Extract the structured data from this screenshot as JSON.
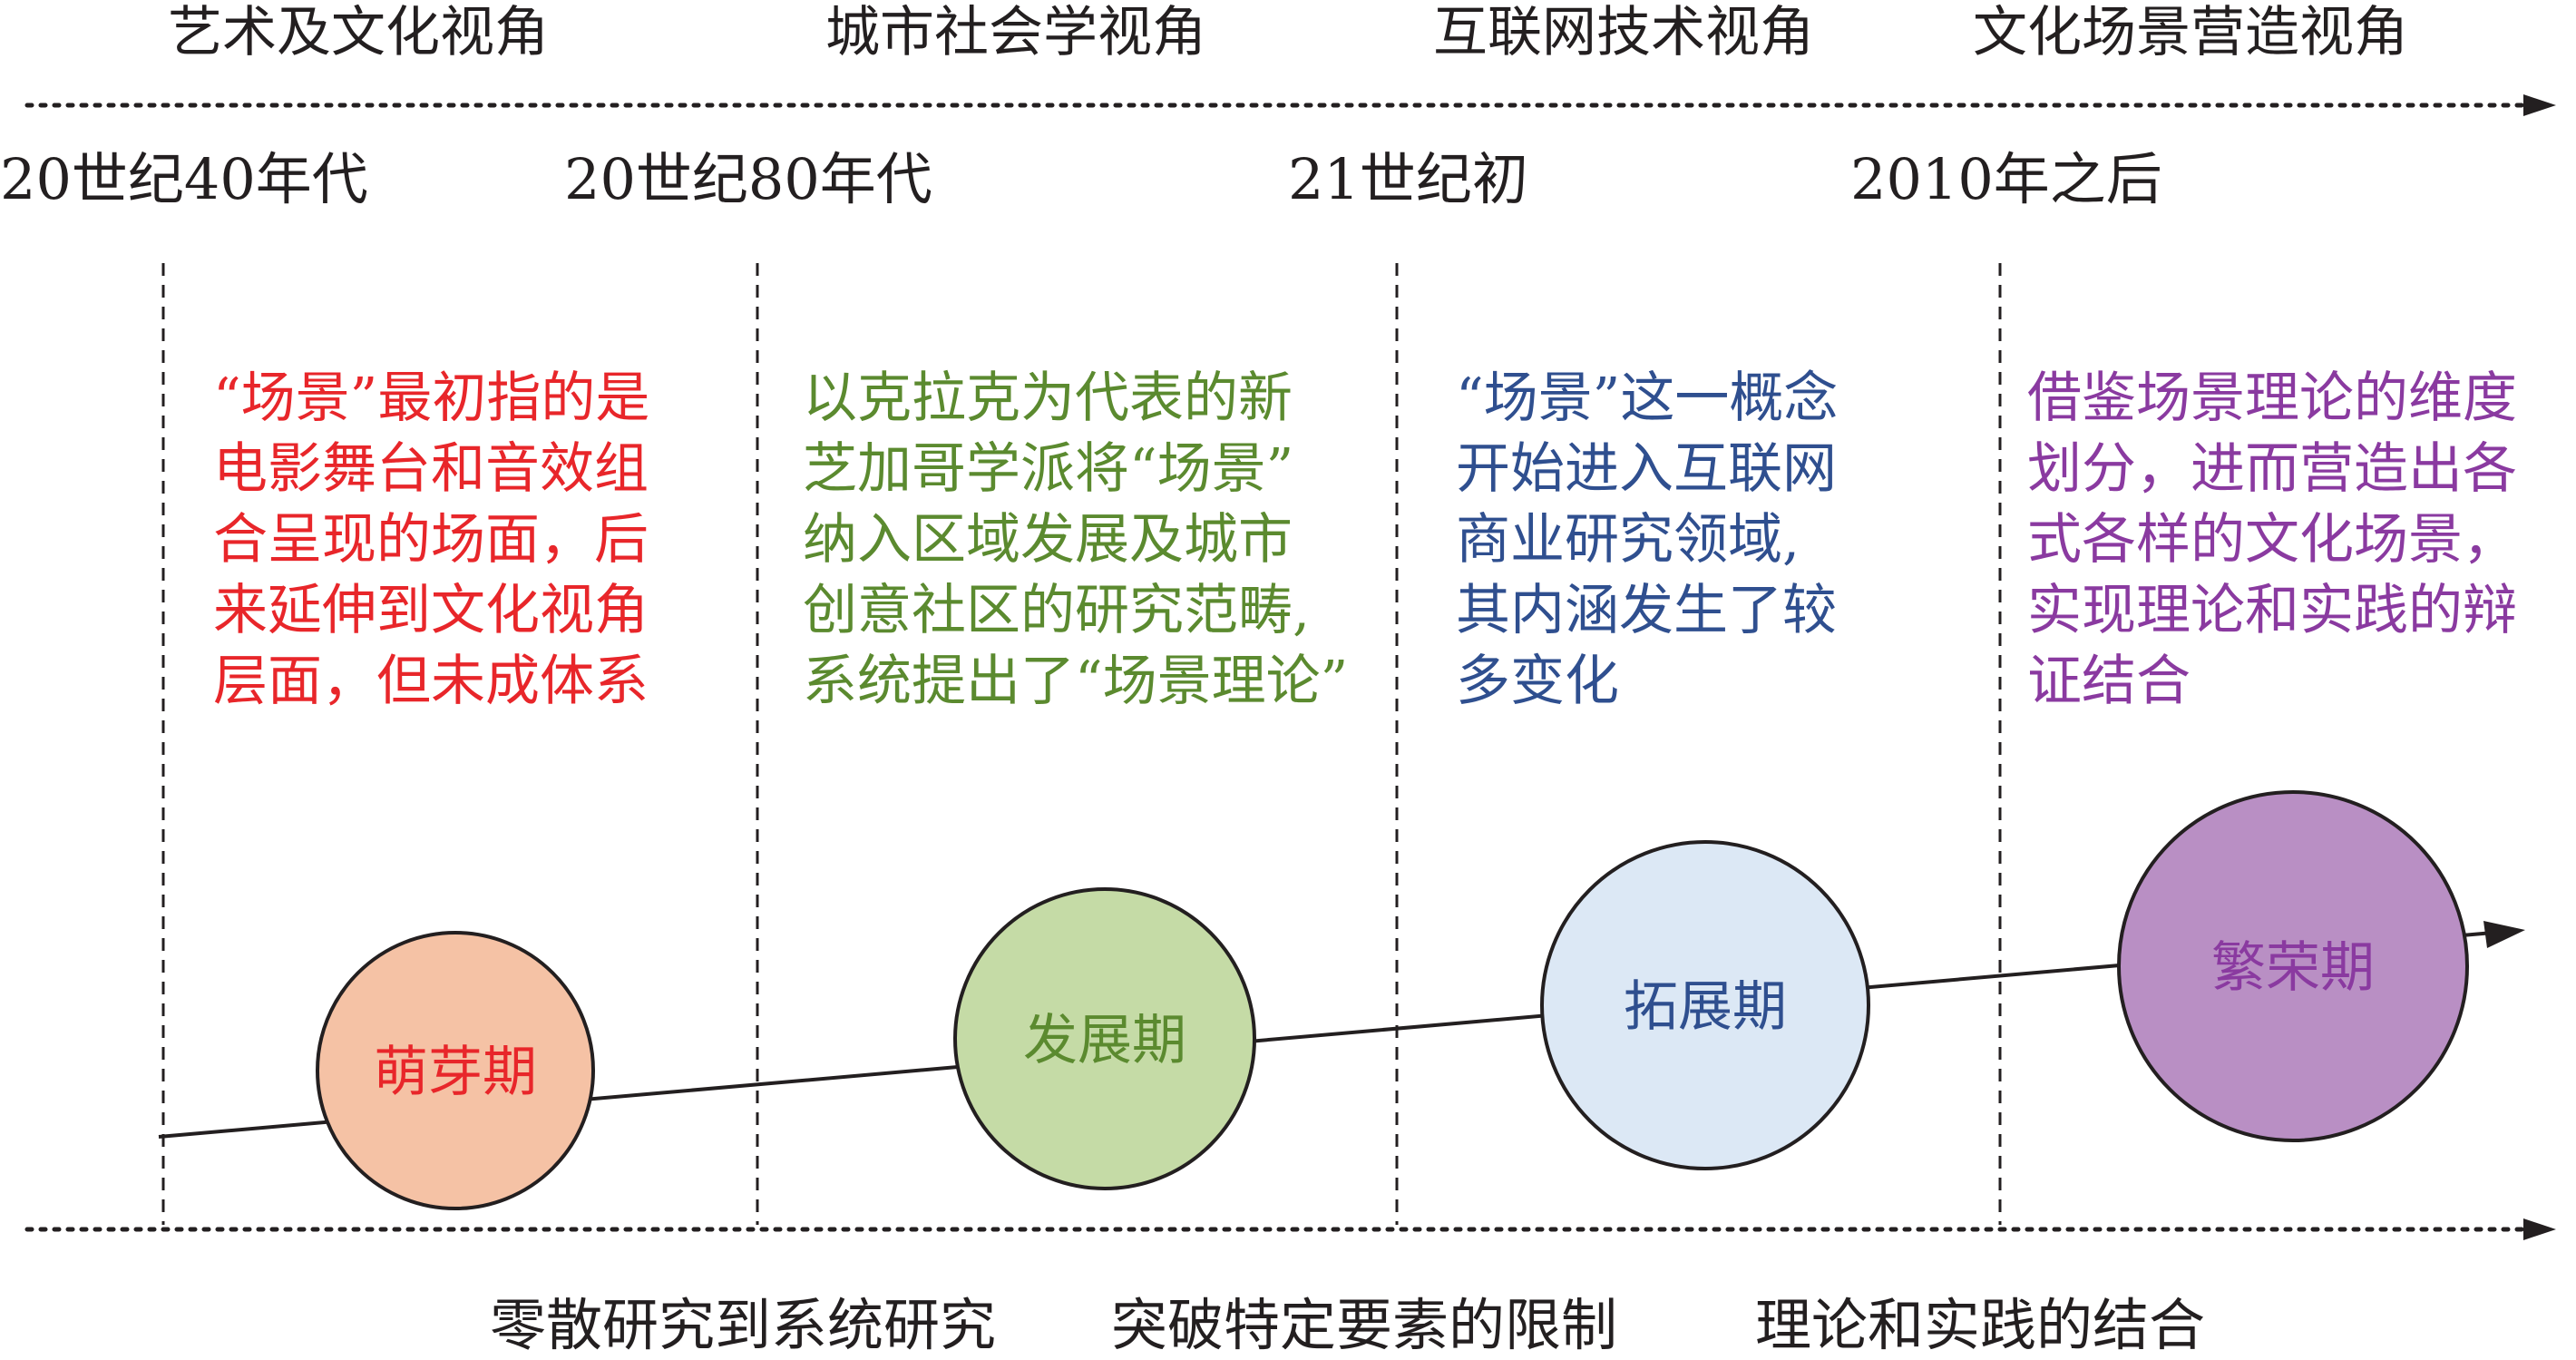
{
  "colors": {
    "text": "#231f20",
    "red": "#e8262a",
    "green": "#5b8a2f",
    "blue": "#2f4f8f",
    "purple": "#8a3aa0"
  },
  "perspectives": [
    "艺术及文化视角",
    "城市社会学视角",
    "互联网技术视角",
    "文化场景营造视角"
  ],
  "eras": [
    "20世纪40年代",
    "20世纪80年代",
    "21世纪初",
    "2010年之后"
  ],
  "descriptions": [
    {
      "color": "#e8262a",
      "lines": [
        "“场景”最初指的是",
        "电影舞台和音效组",
        "合呈现的场面，后",
        "来延伸到文化视角",
        "层面，但未成体系"
      ]
    },
    {
      "color": "#5b8a2f",
      "lines": [
        "以克拉克为代表的新",
        "芝加哥学派将“场景”",
        "纳入区域发展及城市",
        "创意社区的研究范畴,",
        "系统提出了“场景理论”"
      ]
    },
    {
      "color": "#2f4f8f",
      "lines": [
        "“场景”这一概念",
        "开始进入互联网",
        "商业研究领域,",
        "其内涵发生了较",
        "多变化"
      ]
    },
    {
      "color": "#8a3aa0",
      "lines": [
        "借鉴场景理论的维度",
        "划分，进而营造出各",
        "式各样的文化场景，",
        "实现理论和实践的辩",
        "证结合"
      ]
    }
  ],
  "phases": [
    {
      "label": "萌芽期",
      "fill": "#f5c2a5",
      "text_color": "#e8262a"
    },
    {
      "label": "发展期",
      "fill": "#c5dba6",
      "text_color": "#5b8a2f"
    },
    {
      "label": "拓展期",
      "fill": "#dce8f5",
      "text_color": "#2f4f8f"
    },
    {
      "label": "繁荣期",
      "fill": "#b98fc4",
      "text_color": "#8a3aa0"
    }
  ],
  "bottom_labels": [
    "零散研究到系统研究",
    "突破特定要素的限制",
    "理论和实践的结合"
  ]
}
